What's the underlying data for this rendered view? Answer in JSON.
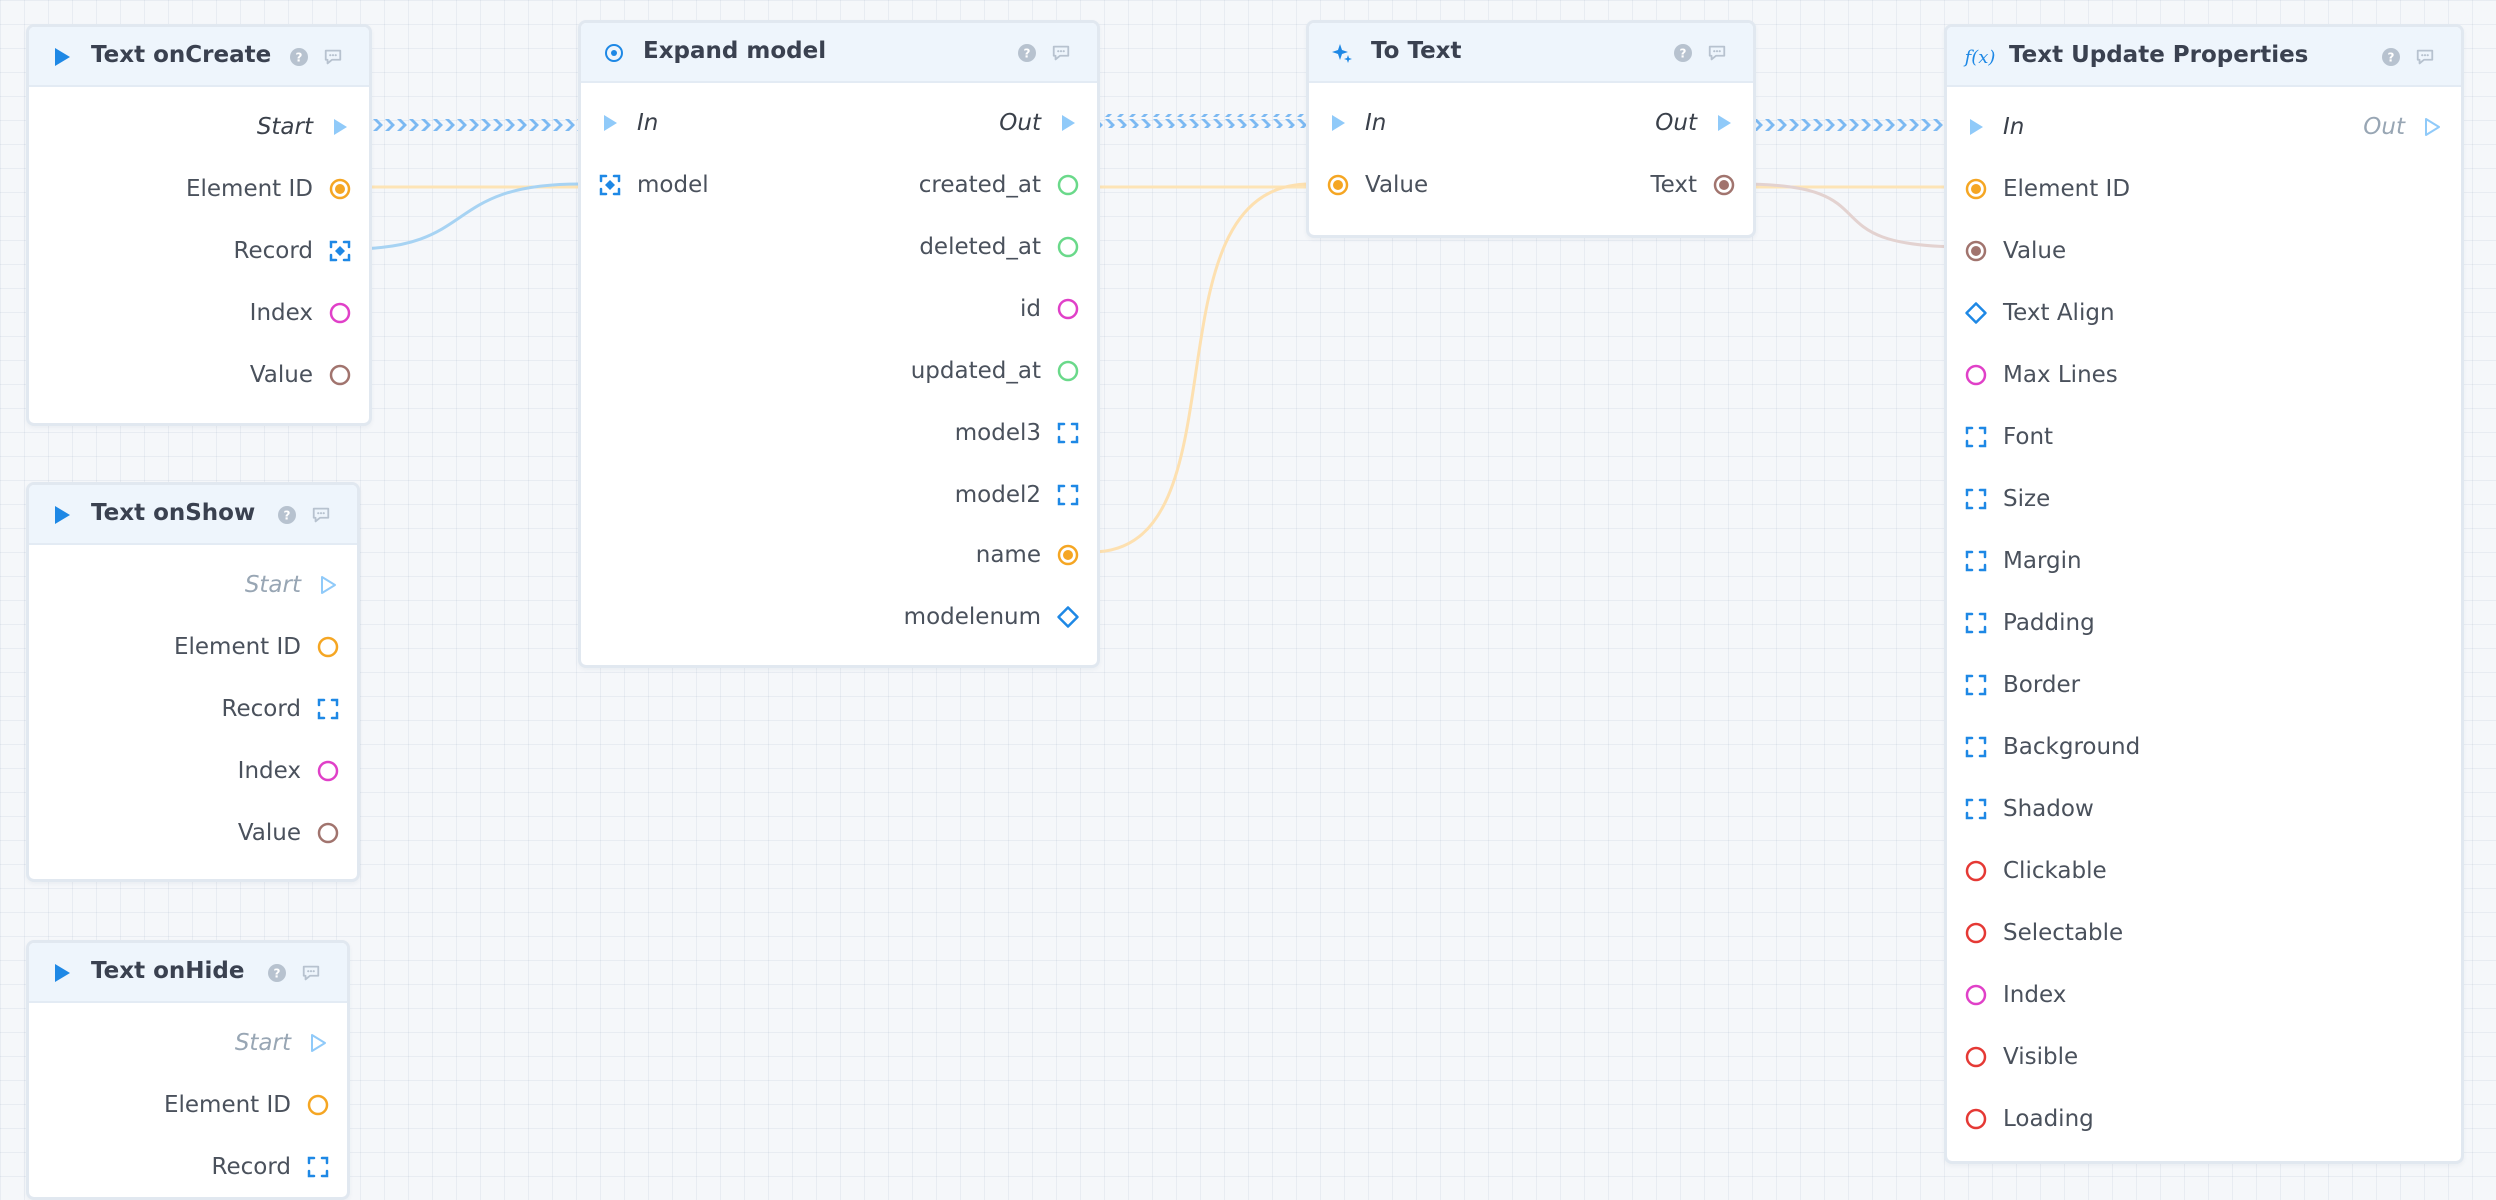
{
  "colors": {
    "exec": "#1e88e5",
    "exec_light": "#90caf9",
    "string": "#f5a623",
    "record": "#1e88e5",
    "number": "#e040c8",
    "value": "#a1746e",
    "datetime": "#6ad98a",
    "boolean": "#e53935",
    "header": "#eef5fc"
  },
  "nodes": {
    "on_create": {
      "title": "Text onCreate",
      "pins": {
        "start": "Start",
        "element_id": "Element ID",
        "record": "Record",
        "index": "Index",
        "value": "Value"
      }
    },
    "on_show": {
      "title": "Text onShow",
      "pins": {
        "start": "Start",
        "element_id": "Element ID",
        "record": "Record",
        "index": "Index",
        "value": "Value"
      }
    },
    "on_hide": {
      "title": "Text onHide",
      "pins": {
        "start": "Start",
        "element_id": "Element ID",
        "record": "Record"
      }
    },
    "expand": {
      "title": "Expand model",
      "pins": {
        "in": "In",
        "out": "Out",
        "model": "model",
        "created_at": "created_at",
        "deleted_at": "deleted_at",
        "id": "id",
        "updated_at": "updated_at",
        "model3": "model3",
        "model2": "model2",
        "name": "name",
        "modelenum": "modelenum"
      }
    },
    "to_text": {
      "title": "To Text",
      "pins": {
        "in": "In",
        "out": "Out",
        "value": "Value",
        "text": "Text"
      }
    },
    "update": {
      "title": "Text Update Properties",
      "pins": {
        "in": "In",
        "out": "Out",
        "element_id": "Element ID",
        "value": "Value",
        "text_align": "Text Align",
        "max_lines": "Max Lines",
        "font": "Font",
        "size": "Size",
        "margin": "Margin",
        "padding": "Padding",
        "border": "Border",
        "background": "Background",
        "shadow": "Shadow",
        "clickable": "Clickable",
        "selectable": "Selectable",
        "index": "Index",
        "visible": "Visible",
        "loading": "Loading"
      }
    }
  }
}
